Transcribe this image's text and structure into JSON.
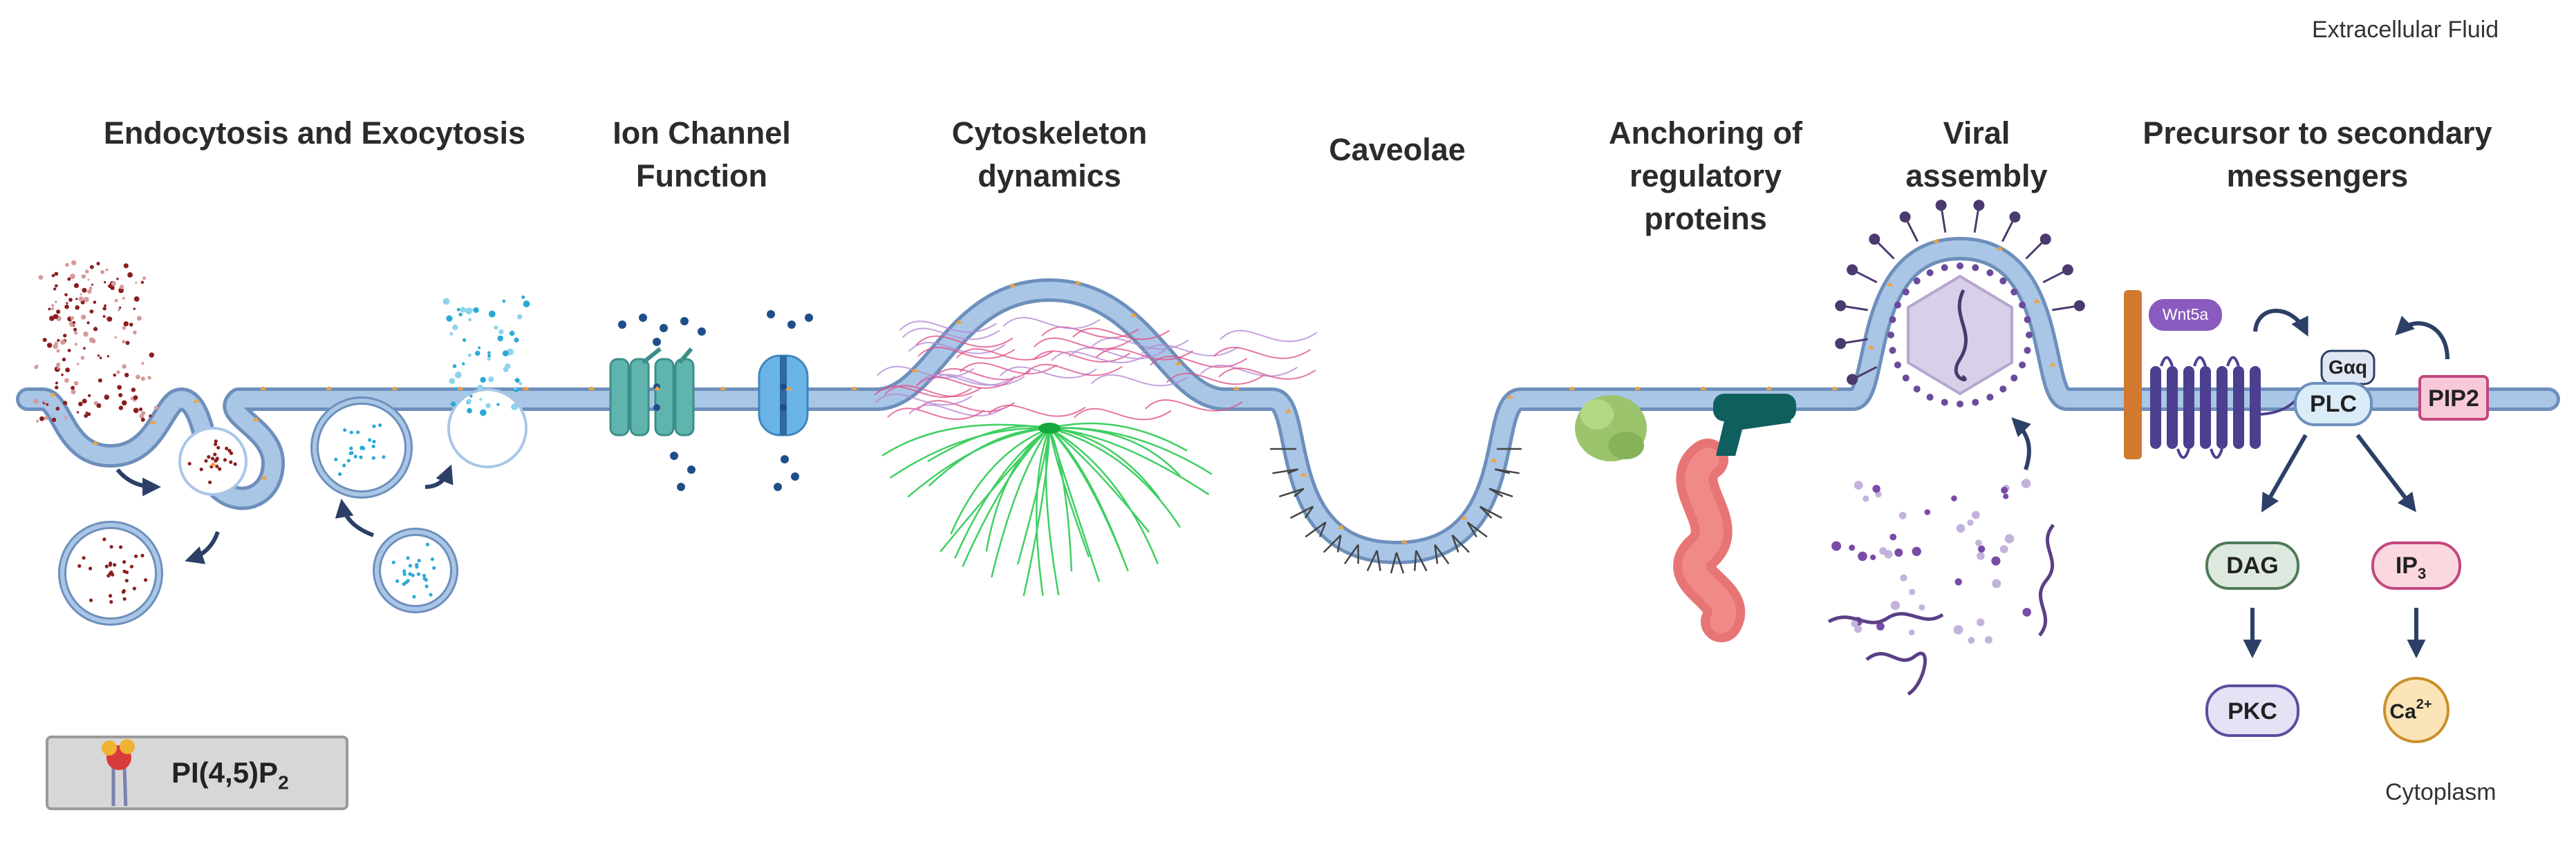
{
  "corner_labels": {
    "extracellular": "Extracellular Fluid",
    "cytoplasm": "Cytoplasm"
  },
  "panels": {
    "endo": {
      "title": [
        "Endocytosis and Exocytosis"
      ]
    },
    "ion": {
      "title": [
        "Ion Channel",
        "Function"
      ]
    },
    "cyto": {
      "title": [
        "Cytoskeleton",
        "dynamics"
      ]
    },
    "cav": {
      "title": [
        "Caveolae"
      ]
    },
    "anchor": {
      "title": [
        "Anchoring of",
        "regulatory",
        "proteins"
      ]
    },
    "viral": {
      "title": [
        "Viral",
        "assembly"
      ]
    },
    "precursor": {
      "title": [
        "Precursor to secondary",
        "messengers"
      ]
    }
  },
  "signaling": {
    "wnt": "Wnt5a",
    "gaq": "Gαq",
    "plc": "PLC",
    "pip2": "PIP2",
    "dag": "DAG",
    "ip3_main": "IP",
    "ip3_sub": "3",
    "pkc": "PKC",
    "ca_main": "Ca",
    "ca_sup": "2+"
  },
  "legend": {
    "main": "PI(4,5)P",
    "sub": "2"
  },
  "colors": {
    "membrane_fill": "#a9c6e6",
    "membrane_stroke": "#6d8fbc",
    "arrow": "#2c3f66",
    "lipid_marker": "#f0a23b",
    "receptor": "#4d3f8f",
    "wnt": "#8a5bbf",
    "anchor_bar": "#d0792f",
    "plc_fill": "#d9ecf8",
    "pip2_fill": "#f7c9d9",
    "dag_fill": "#dde9df",
    "ip3_fill": "#fbd8df",
    "pkc_fill": "#e6e2f6",
    "ca_fill": "#fbe5b8"
  }
}
